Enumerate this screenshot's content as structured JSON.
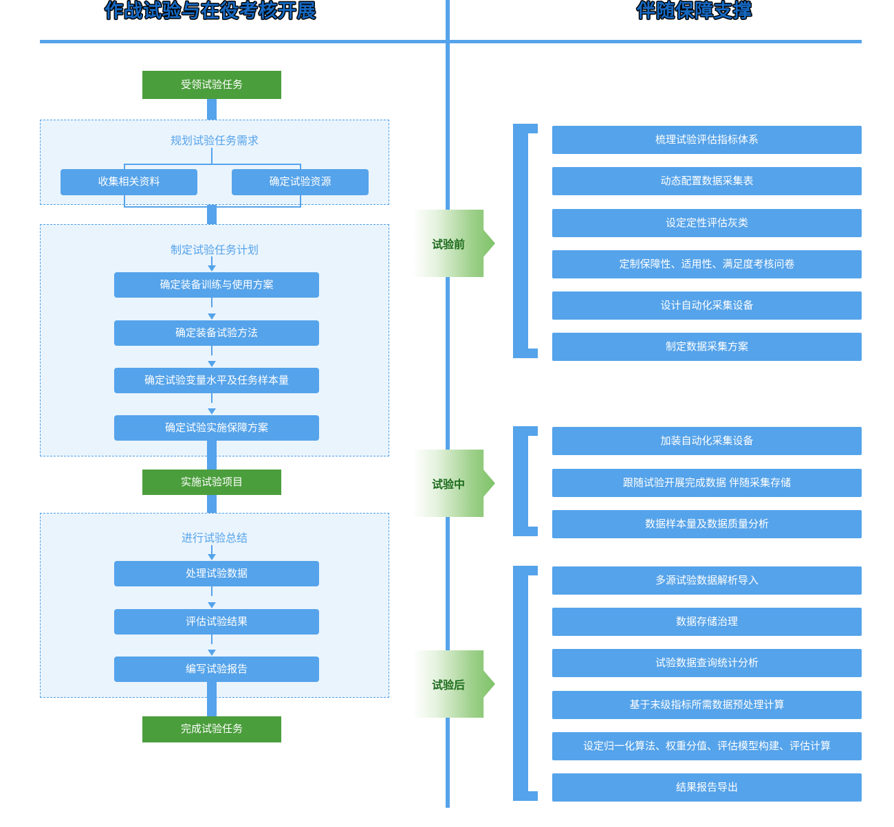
{
  "titles": {
    "left": "作战试验与在役考核开展",
    "right": "伴随保障支撑"
  },
  "colors": {
    "blue": "#55a3ea",
    "green": "#4b9e3c",
    "panel_fill": "#eaf4fd",
    "panel_border": "#4a9fe8",
    "title_text": "#1668c1",
    "phase_text": "#1d6b1d"
  },
  "left_flow": {
    "start_node": "受领试验任务",
    "group1": {
      "title": "规划试验任务需求",
      "branches": [
        "收集相关资料",
        "确定试验资源"
      ]
    },
    "group2": {
      "title": "制定试验任务计划",
      "steps": [
        "确定装备训练与使用方案",
        "确定装备试验方法",
        "确定试验变量水平及任务样本量",
        "确定试验实施保障方案"
      ]
    },
    "mid_node": "实施试验项目",
    "group3": {
      "title": "进行试验总结",
      "steps": [
        "处理试验数据",
        "评估试验结果",
        "编写试验报告"
      ]
    },
    "end_node": "完成试验任务"
  },
  "right_flow": {
    "phases": [
      {
        "label": "试验前",
        "items": [
          "梳理试验评估指标体系",
          "动态配置数据采集表",
          "设定定性评估灰类",
          "定制保障性、适用性、满足度考核问卷",
          "设计自动化采集设备",
          "制定数据采集方案"
        ]
      },
      {
        "label": "试验中",
        "items": [
          "加装自动化采集设备",
          "跟随试验开展完成数据 伴随采集存储",
          "数据样本量及数据质量分析"
        ]
      },
      {
        "label": "试验后",
        "items": [
          "多源试验数据解析导入",
          "数据存储治理",
          "试验数据查询统计分析",
          "基于末级指标所需数据预处理计算",
          "设定归一化算法、权重分值、评估模型构建、评估计算",
          "结果报告导出"
        ]
      }
    ]
  }
}
